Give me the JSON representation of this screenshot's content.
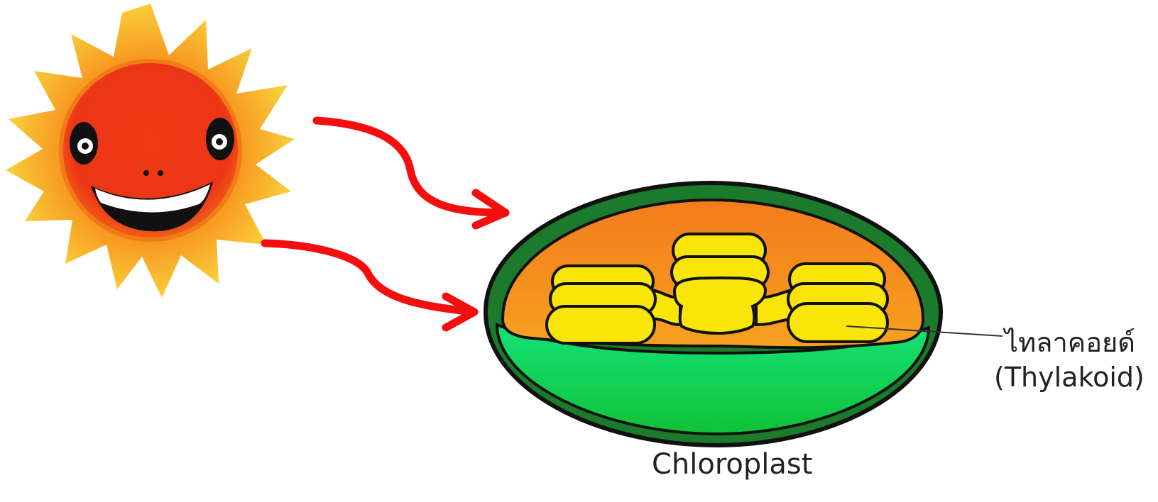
{
  "labels": {
    "thylakoid_thai": "ไทลาคอยด์",
    "thylakoid_english": "(Thylakoid)",
    "chloroplast": "Chloroplast"
  },
  "icons": {
    "sun": "smiling-sun-icon",
    "arrows": "curved-arrow-icon"
  },
  "colors": {
    "arrow": "#f40e0e",
    "sun_face": "#ee3a16",
    "sun_rays": "#f7a91a",
    "outer_membrane": "#1b7a2b",
    "stroma_top": "#f7901e",
    "stroma_bottom": "#12d05c",
    "thylakoid": "#f9e50a",
    "outline": "#111111"
  }
}
